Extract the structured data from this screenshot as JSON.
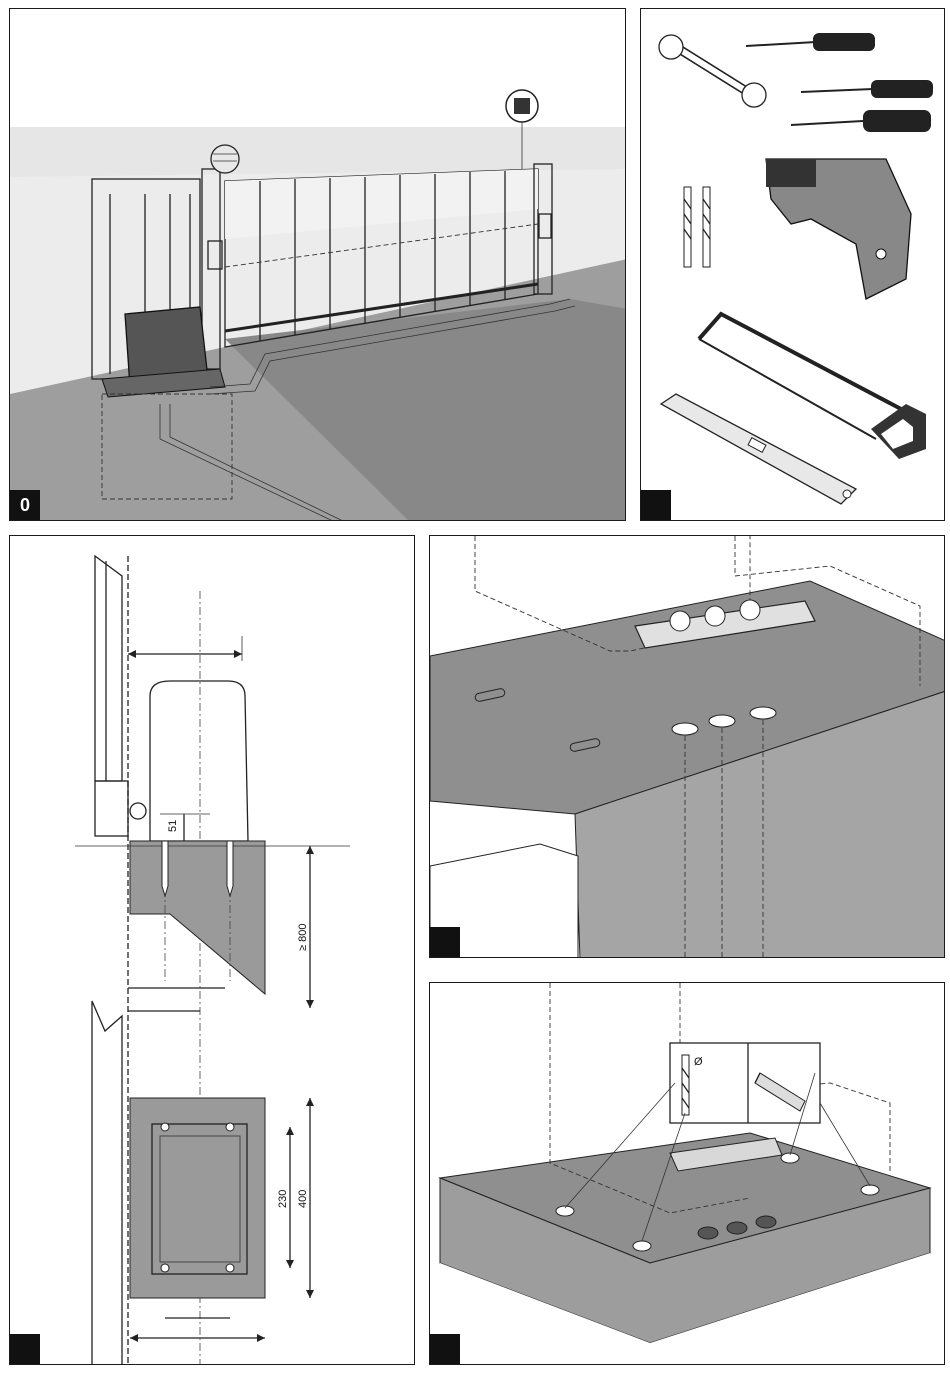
{
  "panels": {
    "p0": {
      "number": "0"
    },
    "p1": {
      "number": ""
    },
    "p2": {
      "number": ""
    },
    "p3": {
      "number": ""
    },
    "p4": {
      "number": ""
    }
  },
  "dimensions": {
    "height_51": "51",
    "depth_800": "≥ 800",
    "width_230": "230",
    "width_400": "400"
  },
  "inset": {
    "diameter_symbol": "Ø"
  },
  "colors": {
    "ground": "#9a9a9a",
    "wall": "#e4e4e4",
    "concrete": "#8f8f8f",
    "ink": "#1a1a1a"
  }
}
